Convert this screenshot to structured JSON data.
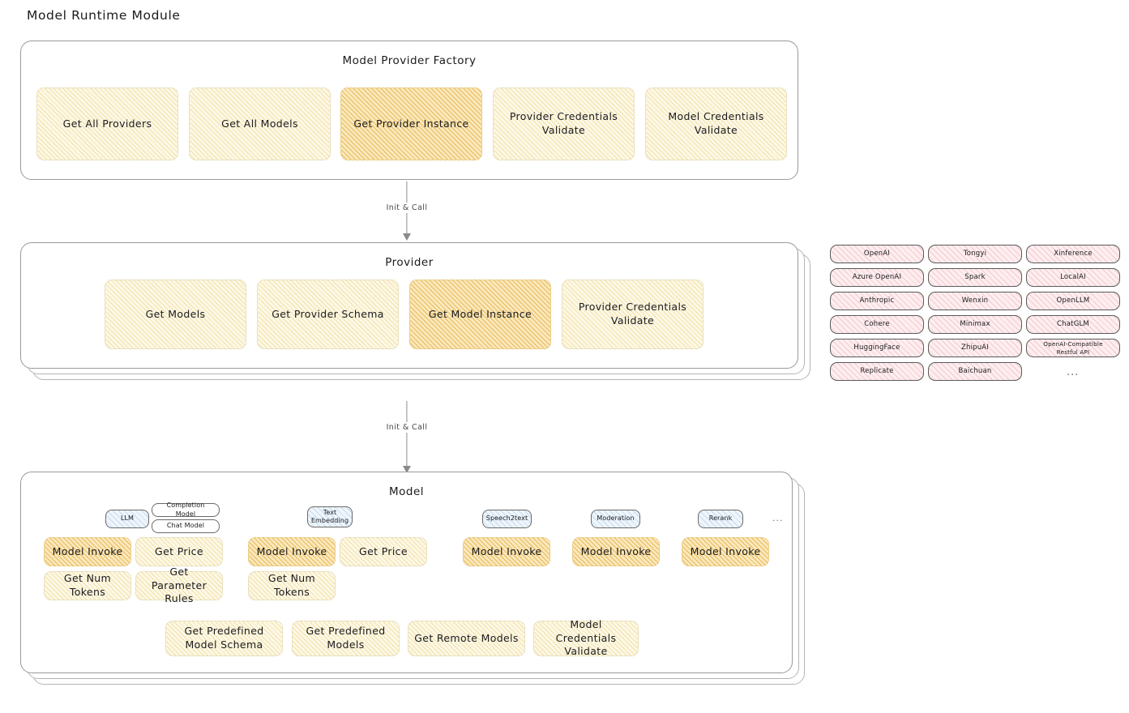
{
  "page": {
    "title": "Model Runtime Module"
  },
  "factory": {
    "title": "Model Provider Factory",
    "nodes": [
      {
        "label": "Get All Providers",
        "state": "normal"
      },
      {
        "label": "Get All Models",
        "state": "normal"
      },
      {
        "label": "Get Provider Instance",
        "state": "highlighted"
      },
      {
        "label": "Provider Credentials Validate",
        "state": "normal"
      },
      {
        "label": "Model Credentials Validate",
        "state": "normal"
      }
    ]
  },
  "connector_1": {
    "label": "Init & Call"
  },
  "provider": {
    "title": "Provider",
    "nodes": [
      {
        "label": "Get Models",
        "state": "normal"
      },
      {
        "label": "Get Provider Schema",
        "state": "normal"
      },
      {
        "label": "Get Model Instance",
        "state": "highlighted"
      },
      {
        "label": "Provider Credentials Validate",
        "state": "normal"
      }
    ]
  },
  "connector_2": {
    "label": "Init & Call"
  },
  "provider_list": {
    "columns": [
      [
        "OpenAI",
        "Azure OpenAI",
        "Anthropic",
        "Cohere",
        "HuggingFace",
        "Replicate"
      ],
      [
        "Tongyi",
        "Spark",
        "Wenxin",
        "Minimax",
        "ZhipuAI",
        "Baichuan"
      ],
      [
        "Xinference",
        "LocalAI",
        "OpenLLM",
        "ChatGLM",
        "OpenAI-Compatible Restful API"
      ]
    ],
    "more": "..."
  },
  "model": {
    "title": "Model",
    "more": "...",
    "types": [
      {
        "badge": "LLM",
        "sub_badges": [
          "Completion Model",
          "Chat Model"
        ],
        "methods": [
          "Model Invoke",
          "Get Price",
          "Get Num Tokens",
          "Get Parameter Rules"
        ]
      },
      {
        "badge": "Text Embedding",
        "sub_badges": [],
        "methods": [
          "Model Invoke",
          "Get Price",
          "Get Num Tokens"
        ]
      },
      {
        "badge": "Speech2text",
        "sub_badges": [],
        "methods": [
          "Model Invoke"
        ]
      },
      {
        "badge": "Moderation",
        "sub_badges": [],
        "methods": [
          "Model Invoke"
        ]
      },
      {
        "badge": "Rerank",
        "sub_badges": [],
        "methods": [
          "Model Invoke"
        ]
      }
    ],
    "shared_methods": [
      "Get Predefined Model Schema",
      "Get Predefined Models",
      "Get Remote Models",
      "Model Credentials Validate"
    ]
  },
  "colors": {
    "cream_fill": "#fdf8e6",
    "amber_fill": "#fbe9bf",
    "rose_fill": "#fdeef0",
    "blue_fill": "#eef5fb",
    "card_border": "#9a9a9a",
    "text": "#1b1b1f"
  }
}
